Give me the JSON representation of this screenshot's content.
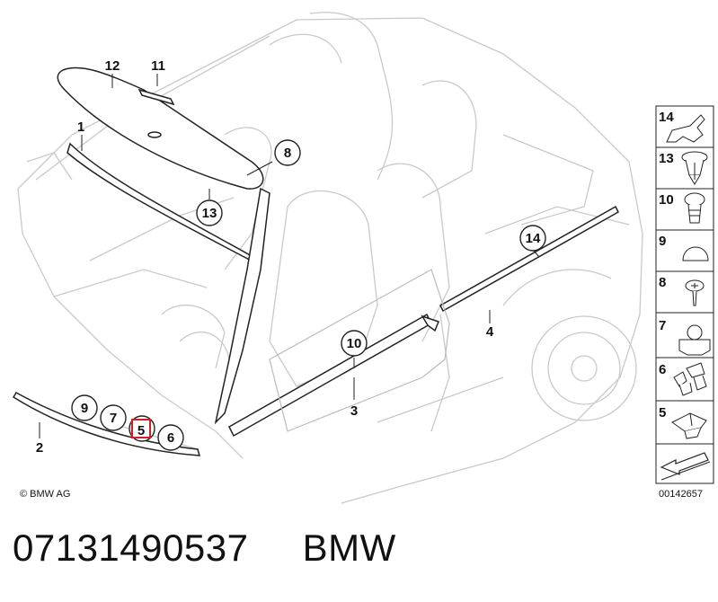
{
  "diagram": {
    "callouts": [
      {
        "id": "c8",
        "label": "8"
      },
      {
        "id": "c13",
        "label": "13"
      },
      {
        "id": "c14",
        "label": "14"
      },
      {
        "id": "c10",
        "label": "10"
      },
      {
        "id": "c9",
        "label": "9"
      },
      {
        "id": "c7",
        "label": "7"
      },
      {
        "id": "c5",
        "label": "5"
      },
      {
        "id": "c6",
        "label": "6"
      }
    ],
    "plain_labels": [
      {
        "id": "p12",
        "label": "12"
      },
      {
        "id": "p11",
        "label": "11"
      },
      {
        "id": "p1",
        "label": "1"
      },
      {
        "id": "p2",
        "label": "2"
      },
      {
        "id": "p3",
        "label": "3"
      },
      {
        "id": "p4",
        "label": "4"
      }
    ],
    "copyright": "© BMW AG",
    "legend": [
      "14",
      "13",
      "10",
      "9",
      "8",
      "7",
      "6",
      "5"
    ],
    "image_number": "00142657"
  },
  "footer": {
    "part_number": "07131490537",
    "brand": "BMW"
  }
}
